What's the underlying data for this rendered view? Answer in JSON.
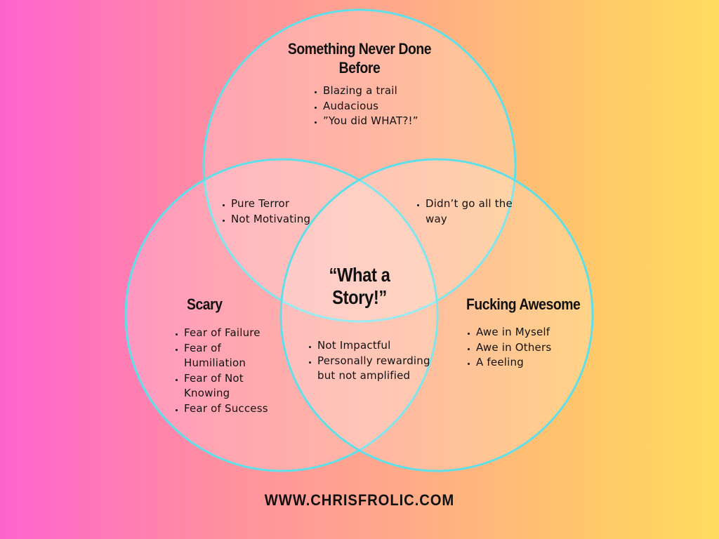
{
  "diagram": {
    "colors": {
      "circle_stroke": "#5ee0ea",
      "circle_fill": "#ffffff"
    },
    "sets": [
      {
        "id": "top",
        "title": "Something Never Done Before",
        "items": [
          "Blazing a trail",
          "Audacious",
          "”You did WHAT?!”"
        ]
      },
      {
        "id": "left",
        "title": "Scary",
        "items": [
          "Fear of Failure",
          "Fear of Humiliation",
          "Fear of Not Knowing",
          "Fear of Success"
        ]
      },
      {
        "id": "right",
        "title": "Fucking Awesome",
        "items": [
          "Awe in Myself",
          "Awe in Others",
          "A feeling"
        ]
      }
    ],
    "intersections": {
      "top_left": [
        "Pure Terror",
        "Not Motivating"
      ],
      "top_right": [
        "Didn’t go all the way"
      ],
      "left_right": [
        "Not Impactful",
        "Personally rewarding but not amplified"
      ],
      "center": "“What a Story!”"
    }
  },
  "footer": {
    "website": "WWW.CHRISFROLIC.COM"
  }
}
